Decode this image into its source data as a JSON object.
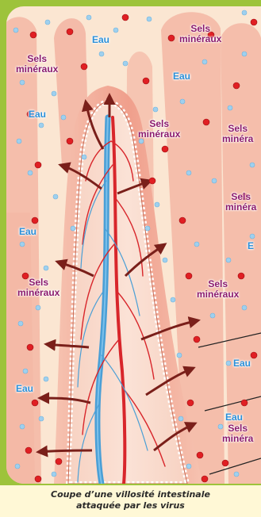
{
  "caption": {
    "line1": "Coupe d’une villosité intestinale",
    "line2": "attaquée par les virus"
  },
  "labels": {
    "eau": "Eau",
    "sels_line1": "Sels",
    "sels_line2": "minéraux",
    "sels_line2_cut": "minéra",
    "e_cut": "E"
  },
  "colors": {
    "background": "#9dc33b",
    "tissue": "#f4b7a4",
    "vessel_red": "#d8262b",
    "vessel_blue": "#4a9fd6",
    "water_label": "#2b8fd8",
    "salt_label": "#8b1b6e",
    "arrow": "#7a1f1a"
  }
}
